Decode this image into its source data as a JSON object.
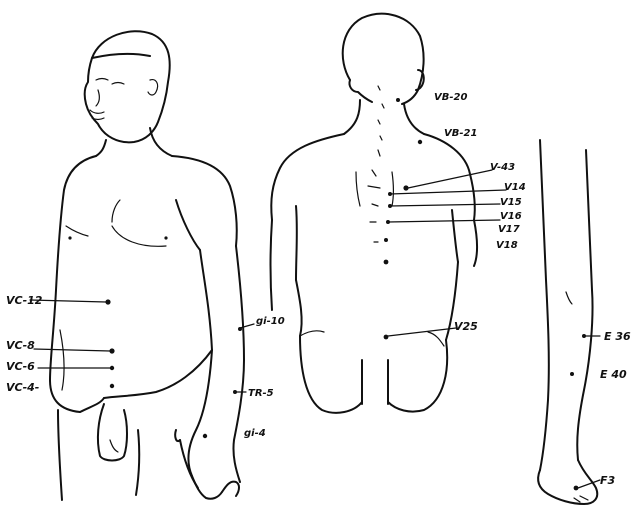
{
  "figures": [
    {
      "name": "front-torso",
      "points": [
        {
          "id": "vc12",
          "label": "VC-12"
        },
        {
          "id": "vc8",
          "label": "VC-8"
        },
        {
          "id": "vc6",
          "label": "VC-6"
        },
        {
          "id": "vc4",
          "label": "VC-4-"
        },
        {
          "id": "gi10",
          "label": "gi-10"
        },
        {
          "id": "tr5",
          "label": "TR-5"
        },
        {
          "id": "gi4",
          "label": "gi-4"
        }
      ]
    },
    {
      "name": "back",
      "points": [
        {
          "id": "vb20",
          "label": "VB-20"
        },
        {
          "id": "vb21",
          "label": "VB-21"
        },
        {
          "id": "v43",
          "label": "V-43"
        },
        {
          "id": "v14",
          "label": "V14"
        },
        {
          "id": "v15",
          "label": "V15"
        },
        {
          "id": "v16",
          "label": "V16"
        },
        {
          "id": "v17",
          "label": "V17"
        },
        {
          "id": "v18",
          "label": "V18"
        },
        {
          "id": "v25",
          "label": "V25"
        }
      ]
    },
    {
      "name": "leg",
      "points": [
        {
          "id": "e36",
          "label": "E 36"
        },
        {
          "id": "e40",
          "label": "E 40"
        },
        {
          "id": "f3",
          "label": "F3"
        }
      ]
    }
  ]
}
